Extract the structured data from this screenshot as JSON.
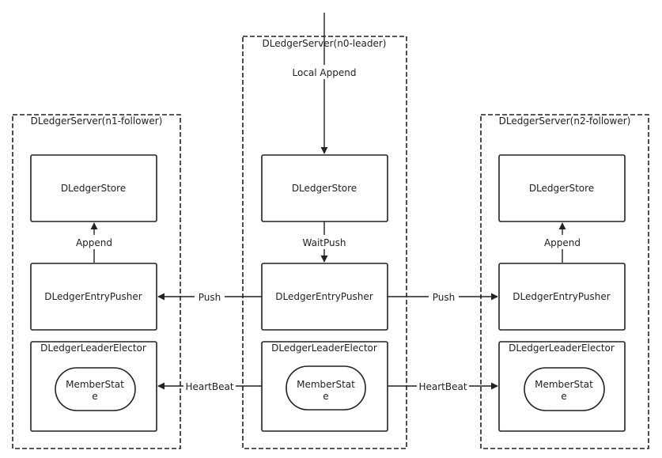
{
  "servers": {
    "leader": {
      "title": "DLedgerServer(n0-leader)",
      "store": "DLedgerStore",
      "pusher": "DLedgerEntryPusher",
      "elector": "DLedgerLeaderElector",
      "member_state_line1": "MemberStat",
      "member_state_line2": "e"
    },
    "follower1": {
      "title": "DLedgerServer(n1-follower)",
      "store": "DLedgerStore",
      "pusher": "DLedgerEntryPusher",
      "elector": "DLedgerLeaderElector",
      "member_state_line1": "MemberStat",
      "member_state_line2": "e"
    },
    "follower2": {
      "title": "DLedgerServer(n2-follower)",
      "store": "DLedgerStore",
      "pusher": "DLedgerEntryPusher",
      "elector": "DLedgerLeaderElector",
      "member_state_line1": "MemberStat",
      "member_state_line2": "e"
    }
  },
  "edges": {
    "local_append": "Local Append",
    "wait_push": "WaitPush",
    "append_left": "Append",
    "append_right": "Append",
    "push_left": "Push",
    "push_right": "Push",
    "heartbeat_left": "HeartBeat",
    "heartbeat_right": "HeartBeat"
  }
}
